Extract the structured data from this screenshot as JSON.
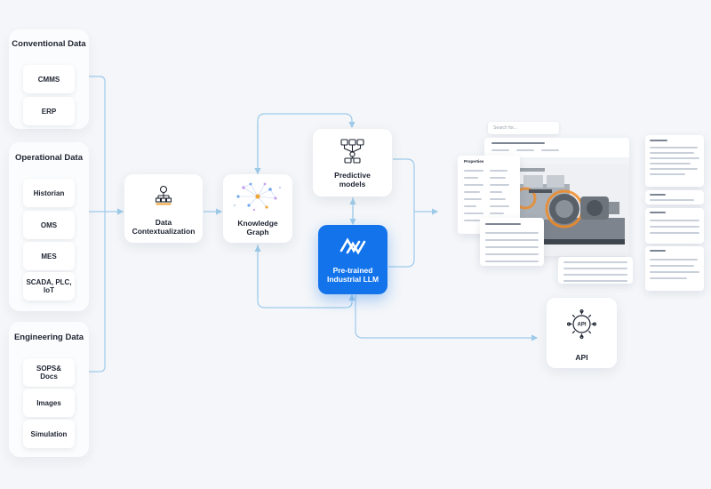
{
  "groups": [
    {
      "title": "Conventional Data",
      "items": [
        "CMMS",
        "ERP"
      ]
    },
    {
      "title": "Operational Data",
      "items": [
        "Historian",
        "OMS",
        "MES",
        "SCADA, PLC, IoT"
      ]
    },
    {
      "title": "Engineering Data",
      "items": [
        "SOPS& Docs",
        "Images",
        "Simulation"
      ]
    }
  ],
  "nodes": {
    "contextualization": "Data Contextualization",
    "knowledge_graph": "Knowledge Graph",
    "predictive_models": "Predictive models",
    "llm": "Pre-trained Industrial LLM",
    "api": "API",
    "api_badge": "API"
  },
  "screenshot": {
    "search_placeholder": "Search for...",
    "panel_title": "Properties"
  },
  "colors": {
    "accent_blue": "#1273eb",
    "connector": "#9fcbea",
    "background": "#f4f6f9"
  }
}
